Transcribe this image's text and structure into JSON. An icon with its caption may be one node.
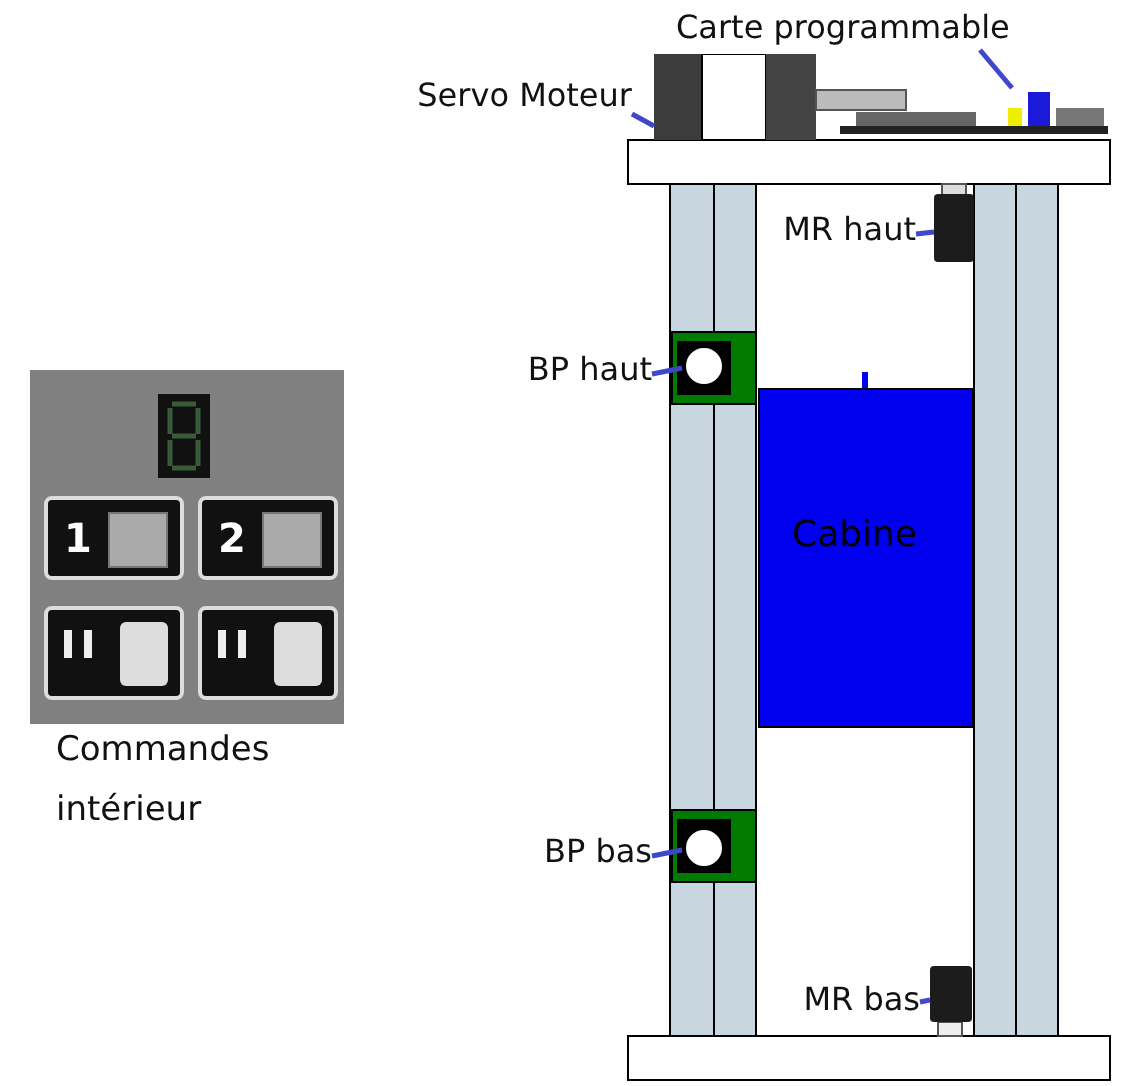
{
  "diagram": {
    "nodes": [
      {
        "text": [
          "Carte programmable"
        ]
      },
      {
        "text": [],
        "shape": "box"
      },
      {
        "text": [
          "Servo Moteur"
        ]
      },
      {
        "text": [],
        "shape": "box"
      },
      {
        "text": [
          "MR haut"
        ]
      },
      {
        "text": [],
        "shape": "box"
      },
      {
        "text": [
          "BP haut"
        ]
      },
      {
        "text": [],
        "shape": "circle"
      },
      {
        "text": [
          "Cabine"
        ]
      },
      {
        "text": [
          "BP bas"
        ]
      },
      {
        "text": [],
        "shape": "circle"
      },
      {
        "text": [
          "MR bas"
        ]
      },
      {
        "text": [],
        "shape": "box"
      }
    ],
    "edges": [
      {
        "from": 0,
        "to": 1,
        "arrow": "none"
      },
      {
        "from": 2,
        "to": 3,
        "arrow": "none"
      },
      {
        "from": 4,
        "to": 5,
        "arrow": "none"
      },
      {
        "from": 6,
        "to": 7,
        "arrow": "none"
      },
      {
        "from": 9,
        "to": 10,
        "arrow": "none"
      },
      {
        "from": 11,
        "to": 12,
        "arrow": "none"
      }
    ],
    "labels": [
      "1",
      "2",
      "Commandes intérieur"
    ]
  }
}
